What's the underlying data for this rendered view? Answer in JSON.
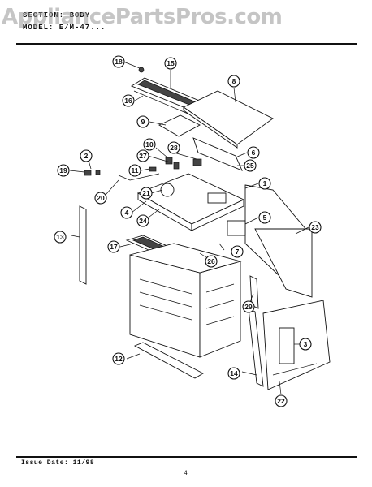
{
  "header": {
    "section_line": "SECTION: BODY",
    "model_line": "MODEL: E/M-47..."
  },
  "watermark": "AppliancePartsPros.com",
  "footer": {
    "issue": "Issue Date: 11/98",
    "page": "4"
  },
  "callouts": [
    {
      "id": "1",
      "label": "1"
    },
    {
      "id": "2",
      "label": "2"
    },
    {
      "id": "3",
      "label": "3"
    },
    {
      "id": "4",
      "label": "4"
    },
    {
      "id": "5",
      "label": "5"
    },
    {
      "id": "6",
      "label": "6"
    },
    {
      "id": "7",
      "label": "7"
    },
    {
      "id": "8",
      "label": "8"
    },
    {
      "id": "9",
      "label": "9"
    },
    {
      "id": "10",
      "label": "10"
    },
    {
      "id": "11",
      "label": "11"
    },
    {
      "id": "12",
      "label": "12"
    },
    {
      "id": "13",
      "label": "13"
    },
    {
      "id": "14",
      "label": "14"
    },
    {
      "id": "15",
      "label": "15"
    },
    {
      "id": "16",
      "label": "16"
    },
    {
      "id": "17",
      "label": "17"
    },
    {
      "id": "18",
      "label": "18"
    },
    {
      "id": "19",
      "label": "19"
    },
    {
      "id": "20",
      "label": "20"
    },
    {
      "id": "21",
      "label": "21"
    },
    {
      "id": "22",
      "label": "22"
    },
    {
      "id": "23",
      "label": "23"
    },
    {
      "id": "24",
      "label": "24"
    },
    {
      "id": "25",
      "label": "25"
    },
    {
      "id": "26",
      "label": "26"
    },
    {
      "id": "27",
      "label": "27"
    },
    {
      "id": "28",
      "label": "28"
    },
    {
      "id": "29",
      "label": "29"
    }
  ]
}
